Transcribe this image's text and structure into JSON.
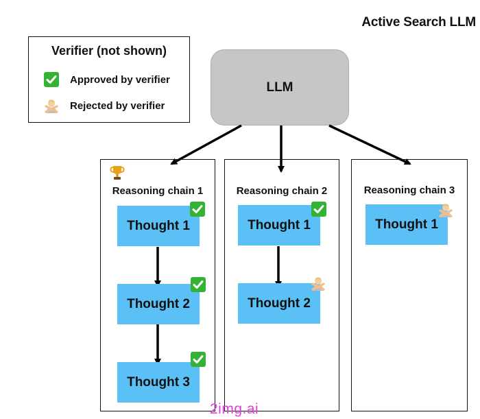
{
  "title": "Active Search LLM",
  "legend": {
    "title": "Verifier (not shown)",
    "approved_label": "Approved by verifier",
    "rejected_label": "Rejected by verifier"
  },
  "llm": {
    "label": "LLM"
  },
  "chains": [
    {
      "title": "Reasoning chain 1",
      "winner": true,
      "thoughts": [
        {
          "label": "Thought 1",
          "status": "approved"
        },
        {
          "label": "Thought 2",
          "status": "approved"
        },
        {
          "label": "Thought 3",
          "status": "approved"
        }
      ]
    },
    {
      "title": "Reasoning chain 2",
      "thoughts": [
        {
          "label": "Thought 1",
          "status": "approved"
        },
        {
          "label": "Thought 2",
          "status": "rejected"
        }
      ]
    },
    {
      "title": "Reasoning chain 3",
      "thoughts": [
        {
          "label": "Thought 1",
          "status": "rejected"
        }
      ]
    }
  ],
  "watermark": "2img.ai",
  "colors": {
    "thought_fill": "#5bc0f5",
    "llm_fill": "#c6c6c6",
    "approved": "#34b233",
    "watermark": "#e040d8"
  },
  "icons": {
    "approved": "check-icon",
    "rejected": "person-gesturing-no-icon",
    "best_chain": "trophy-icon"
  }
}
